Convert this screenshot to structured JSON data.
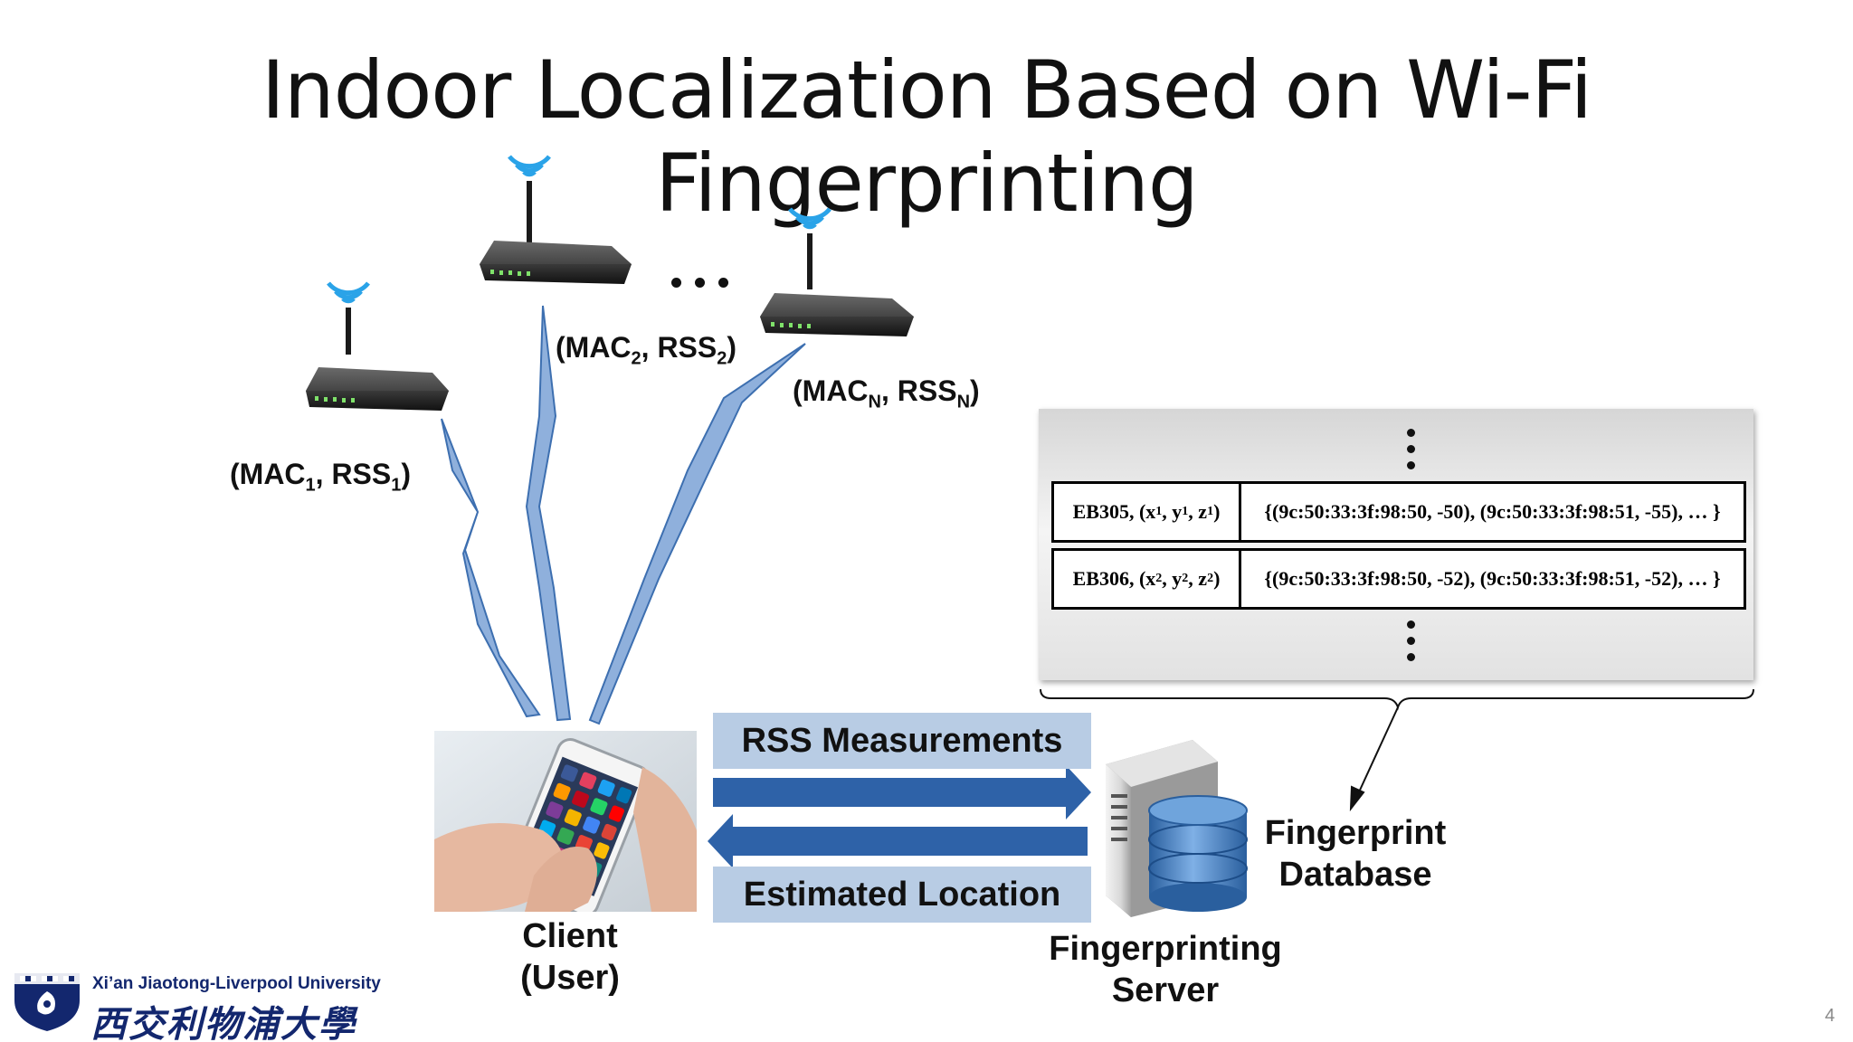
{
  "title": "Indoor Localization Based on Wi-Fi Fingerprinting",
  "access_points": [
    {
      "mac": "MAC",
      "sub": "1",
      "rss": "RSS",
      "rss_sub": "1"
    },
    {
      "mac": "MAC",
      "sub": "2",
      "rss": "RSS",
      "rss_sub": "2"
    },
    {
      "mac": "MAC",
      "sub": "N",
      "rss": "RSS",
      "rss_sub": "N"
    }
  ],
  "client_label_line1": "Client",
  "client_label_line2": "(User)",
  "rss_measurements": "RSS Measurements",
  "estimated_location": "Estimated Location",
  "server_label_line1": "Fingerprinting",
  "server_label_line2": "Server",
  "database_label_line1": "Fingerprint",
  "database_label_line2": "Database",
  "records": [
    {
      "room": "EB305, (x",
      "s1": "1",
      "m1": ", y",
      "s2": "1",
      "m2": ", z",
      "s3": "1",
      "end": ")",
      "value": "{(9c:50:33:3f:98:50, -50), (9c:50:33:3f:98:51, -55), … }"
    },
    {
      "room": "EB306, (x",
      "s1": "2",
      "m1": ", y",
      "s2": "2",
      "m2": ", z",
      "s3": "2",
      "end": ")",
      "value": "{(9c:50:33:3f:98:50, -52), (9c:50:33:3f:98:51, -52), … }"
    }
  ],
  "university_en": "Xi’an Jiaotong-Liverpool University",
  "university_cn": "西交利物浦大學",
  "page_number": "4",
  "colors": {
    "signal": "#8fb0dc",
    "arrow": "#2e62a8",
    "bar": "#b8cce4",
    "wifi": "#2aa3e8",
    "brand": "#13276e"
  }
}
